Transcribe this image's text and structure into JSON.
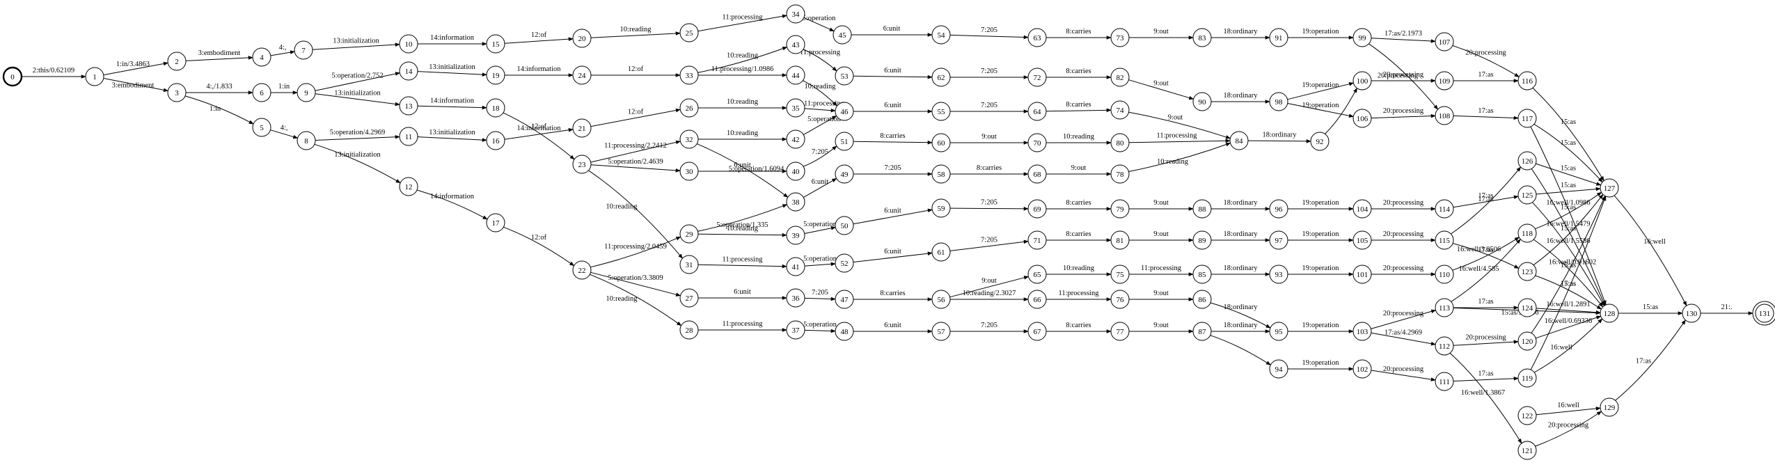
{
  "diagram": {
    "type": "weighted finite-state automaton (lattice)",
    "start_state": "0",
    "final_state": "131",
    "states": [
      {
        "id": "0"
      },
      {
        "id": "1"
      },
      {
        "id": "2"
      },
      {
        "id": "3"
      },
      {
        "id": "4"
      },
      {
        "id": "5"
      },
      {
        "id": "6"
      },
      {
        "id": "7"
      },
      {
        "id": "8"
      },
      {
        "id": "9"
      },
      {
        "id": "10"
      },
      {
        "id": "11"
      },
      {
        "id": "12"
      },
      {
        "id": "13"
      },
      {
        "id": "14"
      },
      {
        "id": "15"
      },
      {
        "id": "16"
      },
      {
        "id": "17"
      },
      {
        "id": "18"
      },
      {
        "id": "19"
      },
      {
        "id": "20"
      },
      {
        "id": "21"
      },
      {
        "id": "22"
      },
      {
        "id": "23"
      },
      {
        "id": "24"
      },
      {
        "id": "25"
      },
      {
        "id": "26"
      },
      {
        "id": "27"
      },
      {
        "id": "28"
      },
      {
        "id": "29"
      },
      {
        "id": "30"
      },
      {
        "id": "31"
      },
      {
        "id": "32"
      },
      {
        "id": "33"
      },
      {
        "id": "34"
      },
      {
        "id": "35"
      },
      {
        "id": "36"
      },
      {
        "id": "37"
      },
      {
        "id": "38"
      },
      {
        "id": "39"
      },
      {
        "id": "40"
      },
      {
        "id": "41"
      },
      {
        "id": "42"
      },
      {
        "id": "43"
      },
      {
        "id": "44"
      },
      {
        "id": "45"
      },
      {
        "id": "46"
      },
      {
        "id": "47"
      },
      {
        "id": "48"
      },
      {
        "id": "49"
      },
      {
        "id": "50"
      },
      {
        "id": "51"
      },
      {
        "id": "52"
      },
      {
        "id": "53"
      },
      {
        "id": "54"
      },
      {
        "id": "55"
      },
      {
        "id": "56"
      },
      {
        "id": "57"
      },
      {
        "id": "58"
      },
      {
        "id": "59"
      },
      {
        "id": "60"
      },
      {
        "id": "61"
      },
      {
        "id": "62"
      },
      {
        "id": "63"
      },
      {
        "id": "64"
      },
      {
        "id": "65"
      },
      {
        "id": "66"
      },
      {
        "id": "67"
      },
      {
        "id": "68"
      },
      {
        "id": "69"
      },
      {
        "id": "70"
      },
      {
        "id": "71"
      },
      {
        "id": "72"
      },
      {
        "id": "73"
      },
      {
        "id": "74"
      },
      {
        "id": "75"
      },
      {
        "id": "76"
      },
      {
        "id": "77"
      },
      {
        "id": "78"
      },
      {
        "id": "79"
      },
      {
        "id": "80"
      },
      {
        "id": "81"
      },
      {
        "id": "82"
      },
      {
        "id": "83"
      },
      {
        "id": "84"
      },
      {
        "id": "85"
      },
      {
        "id": "86"
      },
      {
        "id": "87"
      },
      {
        "id": "88"
      },
      {
        "id": "89"
      },
      {
        "id": "90"
      },
      {
        "id": "91"
      },
      {
        "id": "92"
      },
      {
        "id": "93"
      },
      {
        "id": "94"
      },
      {
        "id": "95"
      },
      {
        "id": "96"
      },
      {
        "id": "97"
      },
      {
        "id": "98"
      },
      {
        "id": "99"
      },
      {
        "id": "100"
      },
      {
        "id": "101"
      },
      {
        "id": "102"
      },
      {
        "id": "103"
      },
      {
        "id": "104"
      },
      {
        "id": "105"
      },
      {
        "id": "106"
      },
      {
        "id": "107"
      },
      {
        "id": "108"
      },
      {
        "id": "109"
      },
      {
        "id": "110"
      },
      {
        "id": "111"
      },
      {
        "id": "112"
      },
      {
        "id": "113"
      },
      {
        "id": "114"
      },
      {
        "id": "115"
      },
      {
        "id": "116"
      },
      {
        "id": "117"
      },
      {
        "id": "118"
      },
      {
        "id": "119"
      },
      {
        "id": "120"
      },
      {
        "id": "121"
      },
      {
        "id": "122"
      },
      {
        "id": "123"
      },
      {
        "id": "124"
      },
      {
        "id": "125"
      },
      {
        "id": "126"
      },
      {
        "id": "127"
      },
      {
        "id": "128"
      },
      {
        "id": "129"
      },
      {
        "id": "130"
      },
      {
        "id": "131"
      }
    ],
    "edges": [
      {
        "from": "0",
        "to": "1",
        "label": "2:this/0.62109"
      },
      {
        "from": "1",
        "to": "2",
        "label": "1:in/3.4863"
      },
      {
        "from": "1",
        "to": "3",
        "label": "3:embodiment"
      },
      {
        "from": "2",
        "to": "4",
        "label": "3:embodiment"
      },
      {
        "from": "4",
        "to": "7",
        "label": "4:,"
      },
      {
        "from": "3",
        "to": "6",
        "label": "4:,/1.833"
      },
      {
        "from": "3",
        "to": "5",
        "label": "1:in"
      },
      {
        "from": "6",
        "to": "9",
        "label": "1:in"
      },
      {
        "from": "5",
        "to": "8",
        "label": "4:,"
      },
      {
        "from": "7",
        "to": "10",
        "label": "13:initialization"
      },
      {
        "from": "9",
        "to": "14",
        "label": "5:operation/2.752"
      },
      {
        "from": "9",
        "to": "13",
        "label": "13:initialization"
      },
      {
        "from": "8",
        "to": "11",
        "label": "5:operation/4.2969"
      },
      {
        "from": "8",
        "to": "12",
        "label": "13:initialization"
      },
      {
        "from": "10",
        "to": "15",
        "label": "14:information"
      },
      {
        "from": "14",
        "to": "19",
        "label": "13:initialization"
      },
      {
        "from": "13",
        "to": "18",
        "label": "14:information"
      },
      {
        "from": "11",
        "to": "16",
        "label": "13:initialization"
      },
      {
        "from": "12",
        "to": "17",
        "label": "14:information"
      },
      {
        "from": "15",
        "to": "20",
        "label": "12:of"
      },
      {
        "from": "19",
        "to": "24",
        "label": "14:information"
      },
      {
        "from": "16",
        "to": "21",
        "label": "14:information"
      },
      {
        "from": "18",
        "to": "23",
        "label": "12:of"
      },
      {
        "from": "17",
        "to": "22",
        "label": "12:of"
      },
      {
        "from": "20",
        "to": "25",
        "label": "10:reading"
      },
      {
        "from": "24",
        "to": "33",
        "label": "12:of"
      },
      {
        "from": "21",
        "to": "26",
        "label": "12:of"
      },
      {
        "from": "23",
        "to": "32",
        "label": "11:processing/2.2412"
      },
      {
        "from": "23",
        "to": "30",
        "label": "5:operation/2.4639"
      },
      {
        "from": "23",
        "to": "31",
        "label": "10:reading"
      },
      {
        "from": "22",
        "to": "29",
        "label": "11:processing/2.0459"
      },
      {
        "from": "22",
        "to": "27",
        "label": "5:operation/3.3809"
      },
      {
        "from": "22",
        "to": "28",
        "label": "10:reading"
      },
      {
        "from": "25",
        "to": "34",
        "label": "11:processing"
      },
      {
        "from": "33",
        "to": "43",
        "label": "10:reading"
      },
      {
        "from": "33",
        "to": "44",
        "label": "11:processing/1.0986"
      },
      {
        "from": "26",
        "to": "35",
        "label": "10:reading"
      },
      {
        "from": "32",
        "to": "42",
        "label": "10:reading"
      },
      {
        "from": "32",
        "to": "38",
        "label": "5:operation/1.6094"
      },
      {
        "from": "30",
        "to": "40",
        "label": "6:unit"
      },
      {
        "from": "29",
        "to": "38",
        "label": "5:operation/1.335"
      },
      {
        "from": "29",
        "to": "39",
        "label": "10:reading"
      },
      {
        "from": "31",
        "to": "41",
        "label": "11:processing"
      },
      {
        "from": "27",
        "to": "36",
        "label": "6:unit"
      },
      {
        "from": "28",
        "to": "37",
        "label": "11:processing"
      },
      {
        "from": "34",
        "to": "45",
        "label": "5:operation"
      },
      {
        "from": "43",
        "to": "53",
        "label": "11:processing"
      },
      {
        "from": "44",
        "to": "46",
        "label": "10:reading"
      },
      {
        "from": "35",
        "to": "46",
        "label": "11:processing"
      },
      {
        "from": "42",
        "to": "46",
        "label": "5:operation"
      },
      {
        "from": "40",
        "to": "51",
        "label": "7:205"
      },
      {
        "from": "38",
        "to": "49",
        "label": "6:unit"
      },
      {
        "from": "39",
        "to": "50",
        "label": "5:operation"
      },
      {
        "from": "41",
        "to": "52",
        "label": "5:operation"
      },
      {
        "from": "36",
        "to": "47",
        "label": "7:205"
      },
      {
        "from": "37",
        "to": "48",
        "label": "5:operation"
      },
      {
        "from": "45",
        "to": "54",
        "label": "6:unit"
      },
      {
        "from": "53",
        "to": "62",
        "label": "6:unit"
      },
      {
        "from": "46",
        "to": "55",
        "label": "6:unit"
      },
      {
        "from": "51",
        "to": "60",
        "label": "8:carries"
      },
      {
        "from": "49",
        "to": "58",
        "label": "7:205"
      },
      {
        "from": "50",
        "to": "59",
        "label": "6:unit"
      },
      {
        "from": "52",
        "to": "61",
        "label": "6:unit"
      },
      {
        "from": "47",
        "to": "56",
        "label": "8:carries"
      },
      {
        "from": "48",
        "to": "57",
        "label": "6:unit"
      },
      {
        "from": "54",
        "to": "63",
        "label": "7:205"
      },
      {
        "from": "62",
        "to": "72",
        "label": "7:205"
      },
      {
        "from": "55",
        "to": "64",
        "label": "7:205"
      },
      {
        "from": "60",
        "to": "70",
        "label": "9:out"
      },
      {
        "from": "58",
        "to": "68",
        "label": "8:carries"
      },
      {
        "from": "59",
        "to": "69",
        "label": "7:205"
      },
      {
        "from": "61",
        "to": "71",
        "label": "7:205"
      },
      {
        "from": "56",
        "to": "65",
        "label": "9:out"
      },
      {
        "from": "56",
        "to": "66",
        "label": "10:reading/2.3027"
      },
      {
        "from": "57",
        "to": "67",
        "label": "7:205"
      },
      {
        "from": "63",
        "to": "73",
        "label": "8:carries"
      },
      {
        "from": "72",
        "to": "82",
        "label": "8:carries"
      },
      {
        "from": "64",
        "to": "74",
        "label": "8:carries"
      },
      {
        "from": "70",
        "to": "80",
        "label": "10:reading"
      },
      {
        "from": "68",
        "to": "78",
        "label": "9:out"
      },
      {
        "from": "69",
        "to": "79",
        "label": "8:carries"
      },
      {
        "from": "71",
        "to": "81",
        "label": "8:carries"
      },
      {
        "from": "65",
        "to": "75",
        "label": "10:reading"
      },
      {
        "from": "66",
        "to": "76",
        "label": "11:processing"
      },
      {
        "from": "67",
        "to": "77",
        "label": "8:carries"
      },
      {
        "from": "73",
        "to": "83",
        "label": "9:out"
      },
      {
        "from": "82",
        "to": "90",
        "label": "9:out"
      },
      {
        "from": "74",
        "to": "84",
        "label": "9:out"
      },
      {
        "from": "80",
        "to": "84",
        "label": "11:processing"
      },
      {
        "from": "78",
        "to": "84",
        "label": "10:reading"
      },
      {
        "from": "79",
        "to": "88",
        "label": "9:out"
      },
      {
        "from": "81",
        "to": "89",
        "label": "9:out"
      },
      {
        "from": "75",
        "to": "85",
        "label": "11:processing"
      },
      {
        "from": "76",
        "to": "86",
        "label": "9:out"
      },
      {
        "from": "77",
        "to": "87",
        "label": "9:out"
      },
      {
        "from": "83",
        "to": "91",
        "label": "18:ordinary"
      },
      {
        "from": "90",
        "to": "98",
        "label": "18:ordinary"
      },
      {
        "from": "84",
        "to": "92",
        "label": "18:ordinary"
      },
      {
        "from": "88",
        "to": "96",
        "label": "18:ordinary"
      },
      {
        "from": "89",
        "to": "97",
        "label": "18:ordinary"
      },
      {
        "from": "85",
        "to": "93",
        "label": "18:ordinary"
      },
      {
        "from": "86",
        "to": "95",
        "label": "18:ordinary"
      },
      {
        "from": "87",
        "to": "95",
        "label": "18:ordinary"
      },
      {
        "from": "87",
        "to": "94",
        "label": ""
      },
      {
        "from": "91",
        "to": "99",
        "label": "19:operation"
      },
      {
        "from": "98",
        "to": "100",
        "label": "19:operation"
      },
      {
        "from": "98",
        "to": "106",
        "label": "19:operation"
      },
      {
        "from": "92",
        "to": "100",
        "label": ""
      },
      {
        "from": "96",
        "to": "104",
        "label": "19:operation"
      },
      {
        "from": "97",
        "to": "105",
        "label": "19:operation"
      },
      {
        "from": "93",
        "to": "101",
        "label": "19:operation"
      },
      {
        "from": "95",
        "to": "103",
        "label": "19:operation"
      },
      {
        "from": "94",
        "to": "102",
        "label": "19:operation"
      },
      {
        "from": "99",
        "to": "107",
        "label": "17:as/2.1973"
      },
      {
        "from": "99",
        "to": "108",
        "label": "20:processing"
      },
      {
        "from": "100",
        "to": "109",
        "label": "20:processing"
      },
      {
        "from": "106",
        "to": "108",
        "label": "20:processing"
      },
      {
        "from": "104",
        "to": "114",
        "label": "20:processing"
      },
      {
        "from": "105",
        "to": "115",
        "label": "20:processing"
      },
      {
        "from": "101",
        "to": "110",
        "label": "20:processing"
      },
      {
        "from": "103",
        "to": "113",
        "label": "20:processing"
      },
      {
        "from": "103",
        "to": "112",
        "label": "17:as/4.2969"
      },
      {
        "from": "102",
        "to": "111",
        "label": "20:processing"
      },
      {
        "from": "107",
        "to": "116",
        "label": "20:processing"
      },
      {
        "from": "109",
        "to": "116",
        "label": "17:as"
      },
      {
        "from": "108",
        "to": "117",
        "label": "17:as"
      },
      {
        "from": "114",
        "to": "125",
        "label": "17:as"
      },
      {
        "from": "115",
        "to": "126",
        "label": "17:as"
      },
      {
        "from": "115",
        "to": "123",
        "label": "16:well/3.8506"
      },
      {
        "from": "110",
        "to": "118",
        "label": "17:as"
      },
      {
        "from": "113",
        "to": "118",
        "label": "16:well/4.585"
      },
      {
        "from": "113",
        "to": "124",
        "label": "17:as"
      },
      {
        "from": "113",
        "to": "128",
        "label": "15:as/5.6636"
      },
      {
        "from": "112",
        "to": "120",
        "label": "20:processing"
      },
      {
        "from": "112",
        "to": "121",
        "label": "16:well/1.3867"
      },
      {
        "from": "111",
        "to": "119",
        "label": "17:as"
      },
      {
        "from": "116",
        "to": "127",
        "label": "15:as"
      },
      {
        "from": "117",
        "to": "127",
        "label": "15:as"
      },
      {
        "from": "117",
        "to": "128",
        "label": "16:well/1.0986"
      },
      {
        "from": "126",
        "to": "127",
        "label": "15:as"
      },
      {
        "from": "126",
        "to": "128",
        "label": "16:well/1.5479"
      },
      {
        "from": "125",
        "to": "127",
        "label": "15:as"
      },
      {
        "from": "125",
        "to": "128",
        "label": "16:well/1.5586"
      },
      {
        "from": "118",
        "to": "127",
        "label": "15:as"
      },
      {
        "from": "118",
        "to": "128",
        "label": "16:well/0.91602"
      },
      {
        "from": "123",
        "to": "127",
        "label": "15:as"
      },
      {
        "from": "123",
        "to": "128",
        "label": "17:as"
      },
      {
        "from": "124",
        "to": "128",
        "label": "16:well/1.2891"
      },
      {
        "from": "120",
        "to": "127",
        "label": "15:as"
      },
      {
        "from": "120",
        "to": "128",
        "label": "16:well/0.69336"
      },
      {
        "from": "119",
        "to": "127",
        "label": "15:as"
      },
      {
        "from": "119",
        "to": "128",
        "label": "16:well"
      },
      {
        "from": "122",
        "to": "129",
        "label": "16:well"
      },
      {
        "from": "121",
        "to": "129",
        "label": "20:processing"
      },
      {
        "from": "127",
        "to": "130",
        "label": "16:well"
      },
      {
        "from": "128",
        "to": "130",
        "label": "15:as"
      },
      {
        "from": "129",
        "to": "130",
        "label": "17:as"
      },
      {
        "from": "130",
        "to": "131",
        "label": "21:."
      }
    ]
  }
}
